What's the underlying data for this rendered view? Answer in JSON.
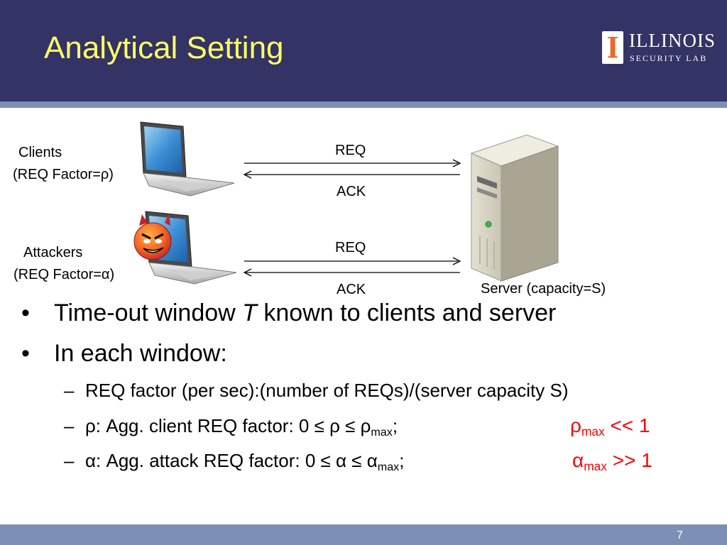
{
  "header": {
    "title": "Analytical Setting",
    "logo_mark": "I",
    "logo_name": "ILLINOIS",
    "logo_sub": "SECURITY LAB"
  },
  "diagram": {
    "clients_label": "Clients",
    "clients_factor": "(REQ Factor=ρ)",
    "attackers_label": "Attackers",
    "attackers_factor": "(REQ Factor=α)",
    "req1": "REQ",
    "ack1": "ACK",
    "req2": "REQ",
    "ack2": "ACK",
    "server_label": "Server (capacity=S)"
  },
  "bullets": {
    "dot": "•",
    "b1_pre": "Time-out window ",
    "b1_italic": "T",
    "b1_post": " known to clients and server",
    "b2": "In each window:"
  },
  "subs": {
    "dash": "–",
    "s1": "REQ factor (per sec):(number of REQs)/(server capacity S)",
    "s2_pre": "ρ: Agg. client REQ factor:   0 ≤ ρ ≤ ρ",
    "s2_sub": "max",
    "s2_post": ";",
    "s3_pre": "α: Agg. attack REQ factor:  0 ≤ α ≤ α",
    "s3_sub": "max",
    "s3_post": ";",
    "r1_sym": "ρ",
    "r1_sub": "max",
    "r1_rest": " << 1",
    "r2_sym": "α",
    "r2_sub": "max",
    "r2_rest": " >> 1"
  },
  "footer": {
    "page": "7"
  },
  "colors": {
    "header_bg": "#333366",
    "title": "#ffff66",
    "stripe": "#7e8fb6",
    "highlight": "#ff0000",
    "logo_accent": "#f26522"
  }
}
